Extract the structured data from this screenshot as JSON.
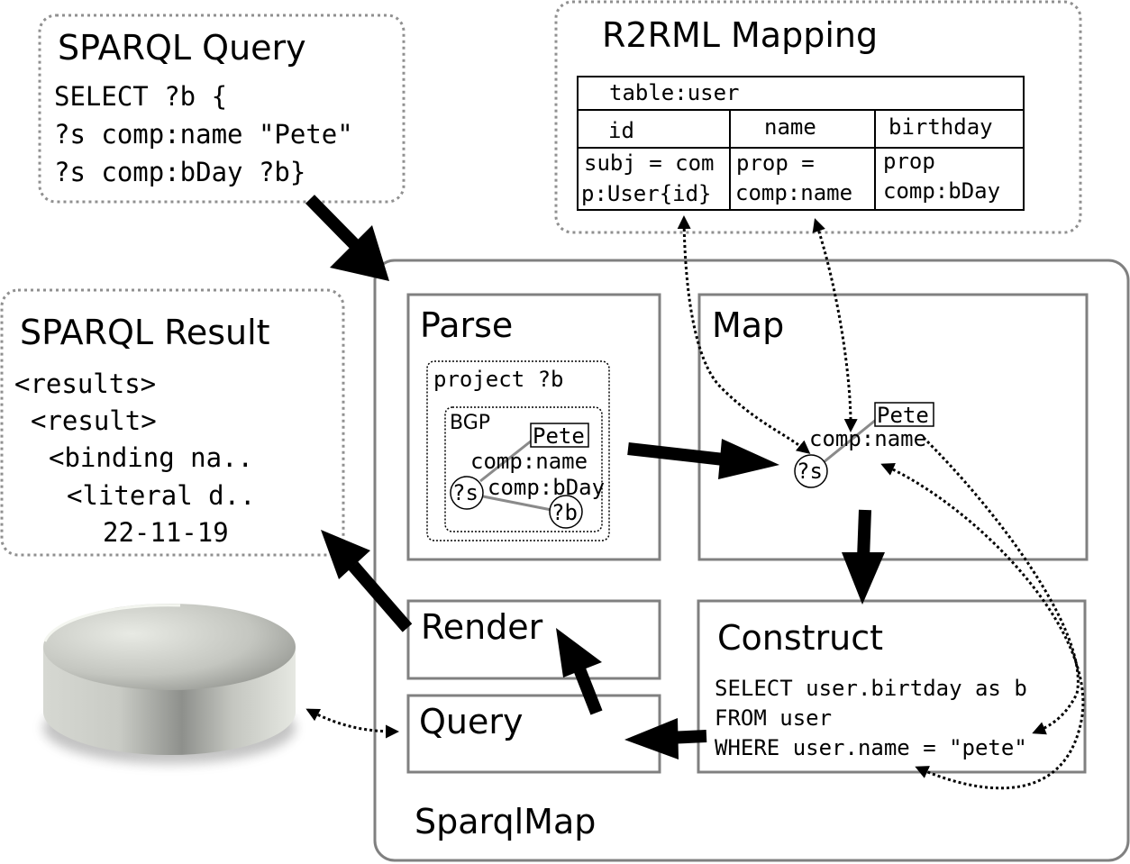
{
  "sparql_query": {
    "title": "SPARQL Query",
    "lines": [
      "SELECT ?b {",
      "?s comp:name \"Pete\"",
      "?s comp:bDay ?b}"
    ]
  },
  "r2rml": {
    "title": "R2RML Mapping",
    "table_name": "table:user",
    "columns": [
      "id",
      "name",
      "birthday"
    ],
    "cells": [
      [
        "subj = com",
        "p:User{id}"
      ],
      [
        "prop =",
        "comp:name"
      ],
      [
        "prop",
        "comp:bDay"
      ]
    ]
  },
  "sparql_result": {
    "title": "SPARQL Result",
    "lines": [
      "<results>",
      "<result>",
      "<binding na..",
      "<literal d..",
      "22-11-19"
    ]
  },
  "sparqlmap": {
    "label": "SparqlMap",
    "parse": {
      "title": "Parse",
      "project": "project ?b",
      "bgp": "BGP",
      "node_pete": "Pete",
      "node_s": "?s",
      "node_b": "?b",
      "edge_name": "comp:name",
      "edge_bday": "comp:bDay"
    },
    "map": {
      "title": "Map",
      "node_pete": "Pete",
      "edge_name": "comp:name",
      "node_s": "?s"
    },
    "construct": {
      "title": "Construct",
      "lines": [
        "SELECT user.birtday as b",
        "FROM user",
        "WHERE user.name = \"pete\""
      ]
    },
    "render": {
      "title": "Render"
    },
    "query": {
      "title": "Query"
    }
  },
  "colors": {
    "frame": "#808080",
    "dotted_frame": "#909090",
    "ink": "#000000",
    "edge": "#8a8a8a",
    "database": "#b8bab4"
  }
}
